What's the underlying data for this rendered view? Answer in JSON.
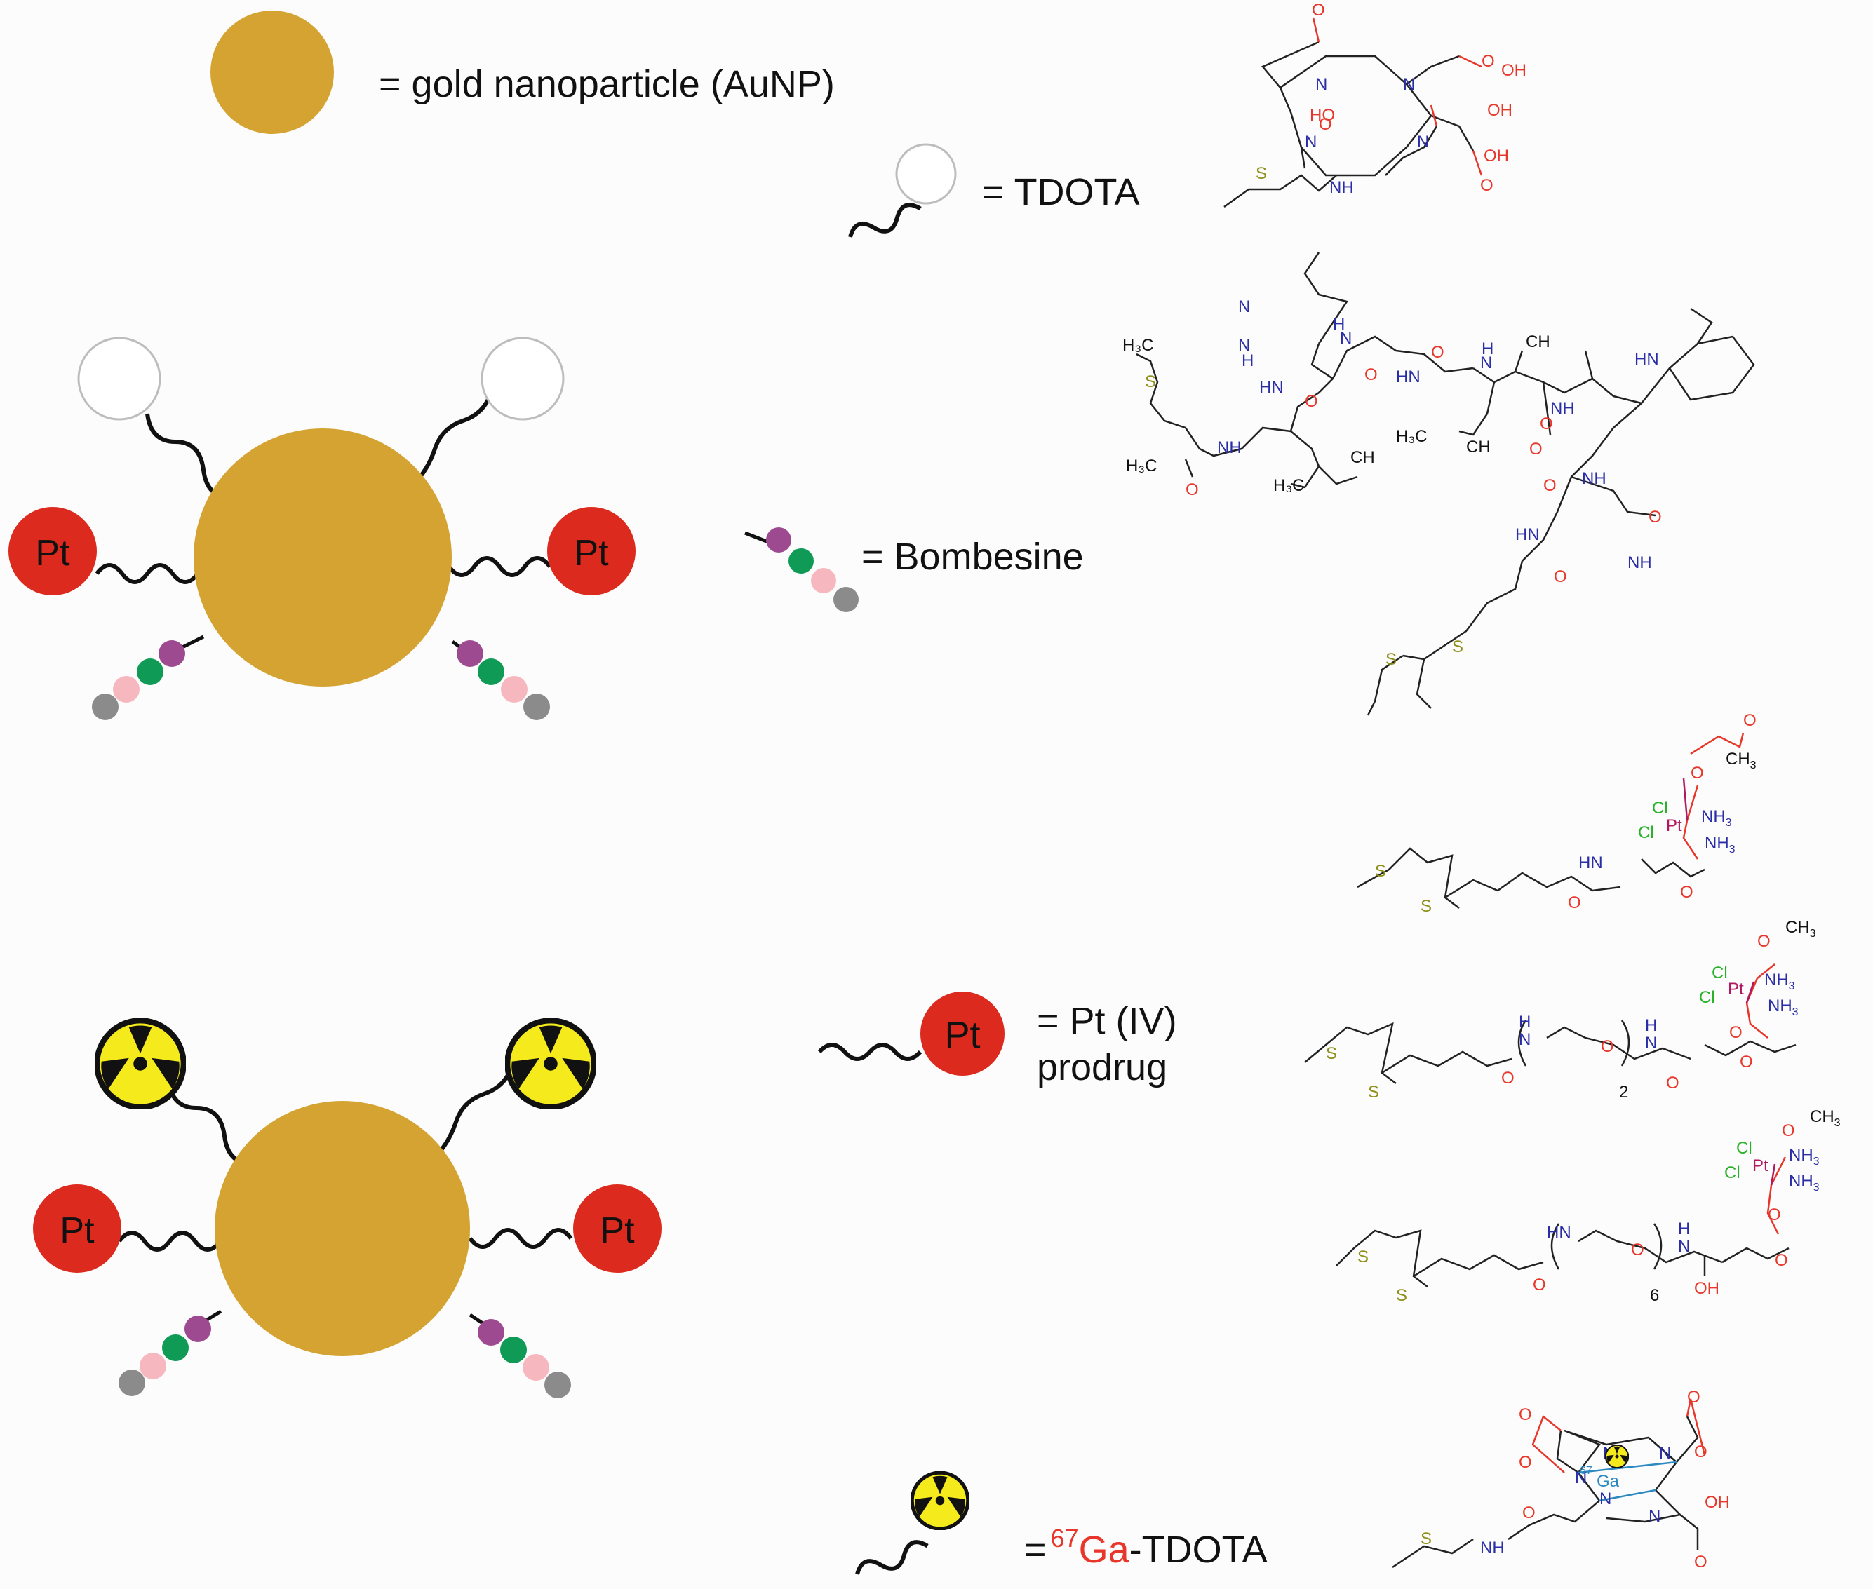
{
  "legend": {
    "gold": "= gold nanoparticle (AuNP)",
    "tdota": "= TDOTA",
    "bombesine": "= Bombesine",
    "pt_line1": "= Pt (IV)",
    "pt_line2": "prodrug",
    "ga_prefix": "=",
    "ga_sup": "67",
    "ga_el": "Ga",
    "ga_rest": "-TDOTA"
  },
  "particle": {
    "pt_label": "Pt"
  },
  "atoms": {
    "N": "N",
    "NH": "NH",
    "HN": "HN",
    "H": "H",
    "O": "O",
    "OH": "OH",
    "HO": "HO",
    "S": "S",
    "Cl": "Cl",
    "Pt": "Pt",
    "NH3": "NH",
    "sub3": "3",
    "NH2": "NH",
    "sub2": "2",
    "CH3": "CH",
    "H3C": "H",
    "H3C_c": "C",
    "n2": "2",
    "n6": "6",
    "ga67": "67",
    "ga": "Ga",
    "H3C_full": "H₃C"
  },
  "colors": {
    "gold": "#D4A332",
    "pt": "#DC2B1E",
    "purple": "#9E4A90",
    "green": "#0F9B55",
    "pink": "#F6B8BE",
    "gray": "#8B8B8B",
    "hazard": "#F4EA1C",
    "oxygen": "#E8362A",
    "nitrogen": "#2A2EA6",
    "sulfur": "#8F8F1A",
    "chlorine": "#27B227",
    "platinum": "#B0195F",
    "gallium": "#2C89C0"
  },
  "icons": [
    "gold-nanoparticle-icon",
    "tdota-ring-icon",
    "bombesine-beads-icon",
    "pt-prodrug-icon",
    "radioactive-icon"
  ]
}
